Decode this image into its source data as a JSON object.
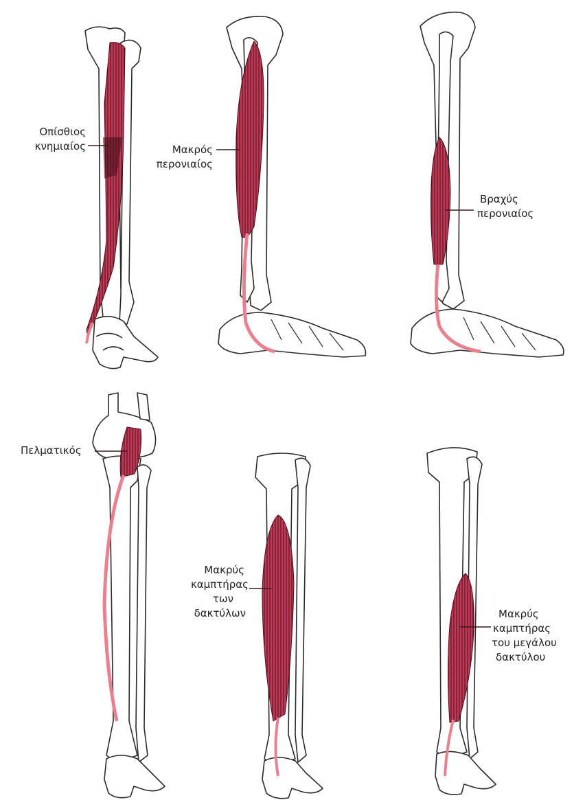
{
  "labels": {
    "tibialis_posterior": [
      "Οπίσθιος",
      "κνημιαίος"
    ],
    "peroneus_longus": [
      "Μακρός",
      "περονιαίος"
    ],
    "peroneus_brevis": [
      "Βραχύς",
      "περονιαίος"
    ],
    "plantaris": [
      "Πελματικός"
    ],
    "flexor_digitorum_longus": [
      "Μακρύς",
      "καμπτήρας",
      "των",
      "δακτύλων"
    ],
    "flexor_hallucis_longus": [
      "Μακρύς",
      "καμπτήρας",
      "του μεγάλου",
      "δακτύλου"
    ]
  },
  "colors": {
    "muscle": "#c8405c",
    "muscle_dark": "#5a1420",
    "tendon": "#e8808f",
    "bone_fill": "#ffffff",
    "bone_stroke": "#2a2a2a"
  }
}
